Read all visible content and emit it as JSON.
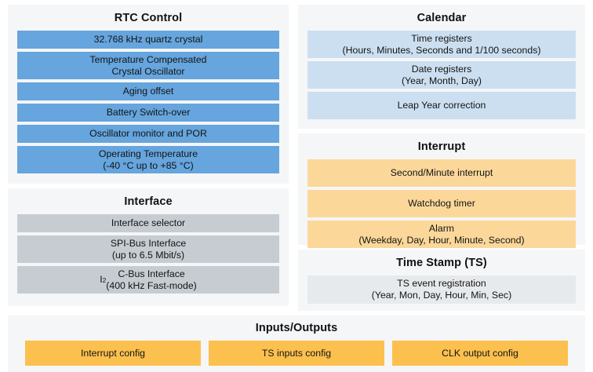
{
  "diagram": {
    "title_hidden": "",
    "colors": {
      "panel_bg": "#f5f6f8",
      "blue": "#66a5dd",
      "light_blue": "#ccdff0",
      "gray": "#c6ccd2",
      "light_orange": "#fbd89a",
      "deep_orange": "#fcc04e",
      "pale_gray": "#e7eaec",
      "text": "#141414"
    }
  },
  "rtc_control": {
    "title": "RTC Control",
    "blocks": [
      {
        "label": "32.768 kHz quartz crystal",
        "color": "blue",
        "lines": 1
      },
      {
        "label": "Temperature Compensated\nCrystal Oscillator",
        "color": "blue",
        "lines": 2
      },
      {
        "label": "Aging offset",
        "color": "blue",
        "lines": 1
      },
      {
        "label": "Battery Switch-over",
        "color": "blue",
        "lines": 1
      },
      {
        "label": "Oscillator monitor and POR",
        "color": "blue",
        "lines": 1
      },
      {
        "label": "Operating Temperature\n(-40 °C up to +85 °C)",
        "color": "blue",
        "lines": 2
      }
    ]
  },
  "interface": {
    "title": "Interface",
    "blocks": [
      {
        "label": "Interface selector",
        "color": "gray",
        "lines": 1
      },
      {
        "label": "SPI-Bus Interface\n(up to 6.5 Mbit/s)",
        "color": "gray",
        "lines": 2
      },
      {
        "label_html": "I<sup>2</sup>C-Bus Interface<br>(400 kHz Fast-mode)",
        "label": "I²C-Bus Interface\n(400 kHz Fast-mode)",
        "color": "gray",
        "lines": 2
      }
    ]
  },
  "calendar": {
    "title": "Calendar",
    "blocks": [
      {
        "label": "Time registers\n(Hours, Minutes, Seconds and 1/100 seconds)",
        "color": "light_blue",
        "lines": 2
      },
      {
        "label": "Date registers\n(Year, Month, Day)",
        "color": "light_blue",
        "lines": 2
      },
      {
        "label": "Leap Year correction",
        "color": "light_blue",
        "lines": 1
      }
    ]
  },
  "interrupt": {
    "title": "Interrupt",
    "blocks": [
      {
        "label": "Second/Minute interrupt",
        "color": "light_orange",
        "lines": 1
      },
      {
        "label": "Watchdog timer",
        "color": "light_orange",
        "lines": 1
      },
      {
        "label": "Alarm\n(Weekday, Day, Hour, Minute, Second)",
        "color": "light_orange",
        "lines": 2
      }
    ]
  },
  "time_stamp": {
    "title": "Time Stamp (TS)",
    "blocks": [
      {
        "label": "TS event registration\n(Year, Mon, Day, Hour, Min, Sec)",
        "color": "pale_gray",
        "lines": 2
      }
    ]
  },
  "inputs_outputs": {
    "title": "Inputs/Outputs",
    "blocks": [
      {
        "label": "Interrupt config",
        "color": "deep_orange"
      },
      {
        "label": "TS inputs config",
        "color": "deep_orange"
      },
      {
        "label": "CLK output config",
        "color": "deep_orange"
      }
    ]
  }
}
